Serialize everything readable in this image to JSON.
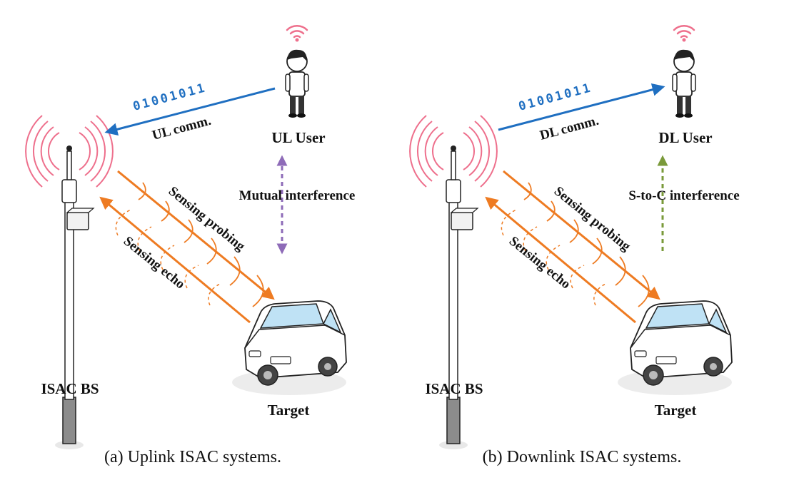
{
  "panels": [
    {
      "user_label": "UL User",
      "comm_label": "UL comm.",
      "bits": "01001011",
      "interference_label": "Mutual interference",
      "probe_label": "Sensing probing",
      "echo_label": "Sensing echo",
      "bs_label": "ISAC BS",
      "target_label": "Target",
      "caption": "(a) Uplink ISAC systems."
    },
    {
      "user_label": "DL User",
      "comm_label": "DL comm.",
      "bits": "01001011",
      "interference_label": "S-to-C interference",
      "probe_label": "Sensing probing",
      "echo_label": "Sensing echo",
      "bs_label": "ISAC BS",
      "target_label": "Target",
      "caption": "(b) Downlink ISAC systems."
    }
  ],
  "colors": {
    "comm_arrow": "#1f6fc1",
    "sensing_arrow": "#ee7b22",
    "antenna_waves": "#ee6f8c",
    "mutual_interference": "#8e6bb8",
    "s_to_c_interference": "#7a9a3a",
    "car_window": "#bfe2f5"
  }
}
